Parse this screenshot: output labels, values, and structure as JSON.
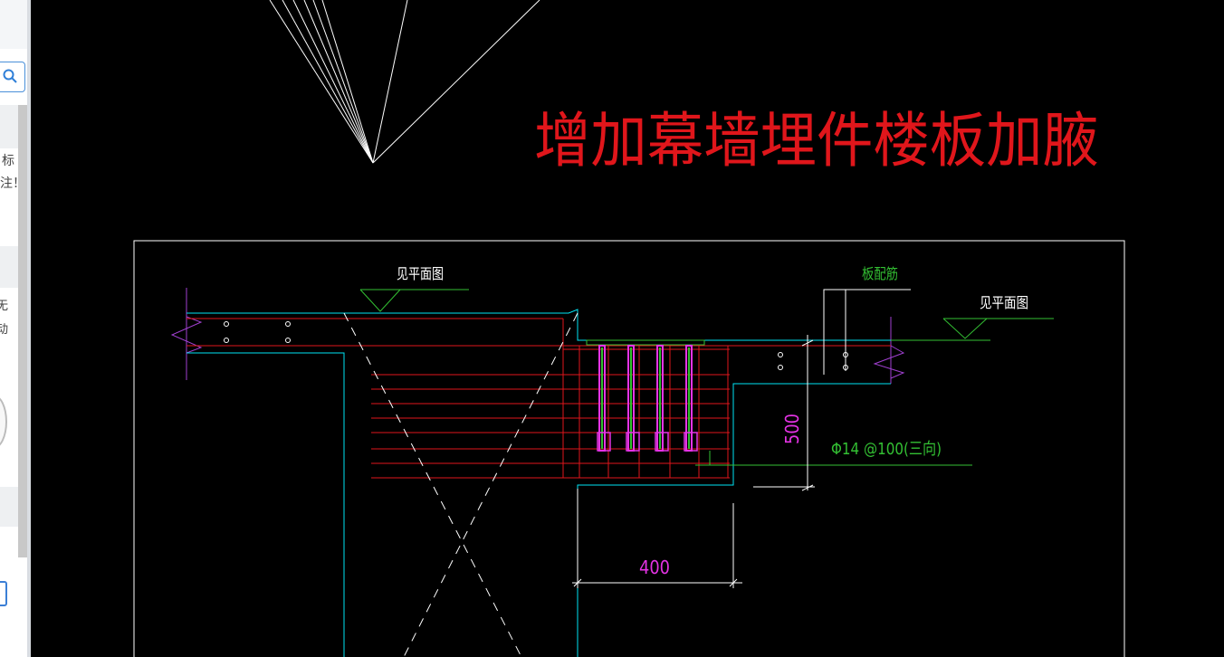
{
  "sidebar": {
    "text_fragment_1": "标注！",
    "text_fragment_2": "无",
    "text_fragment_3": "动"
  },
  "drawing": {
    "title": "增加幕墙埋件楼板加腋",
    "label_see_plan_left": "见平面图",
    "label_see_plan_right": "见平面图",
    "label_slab_rebar": "板配筋",
    "rebar_note": "Φ14 @100(三向)",
    "dim_vertical": "500",
    "dim_horizontal": "400",
    "colors": {
      "background": "#000000",
      "red": "#e0161b",
      "cyan": "#00e5f5",
      "green": "#33c033",
      "magenta": "#e533e5",
      "white": "#ffffff"
    }
  }
}
